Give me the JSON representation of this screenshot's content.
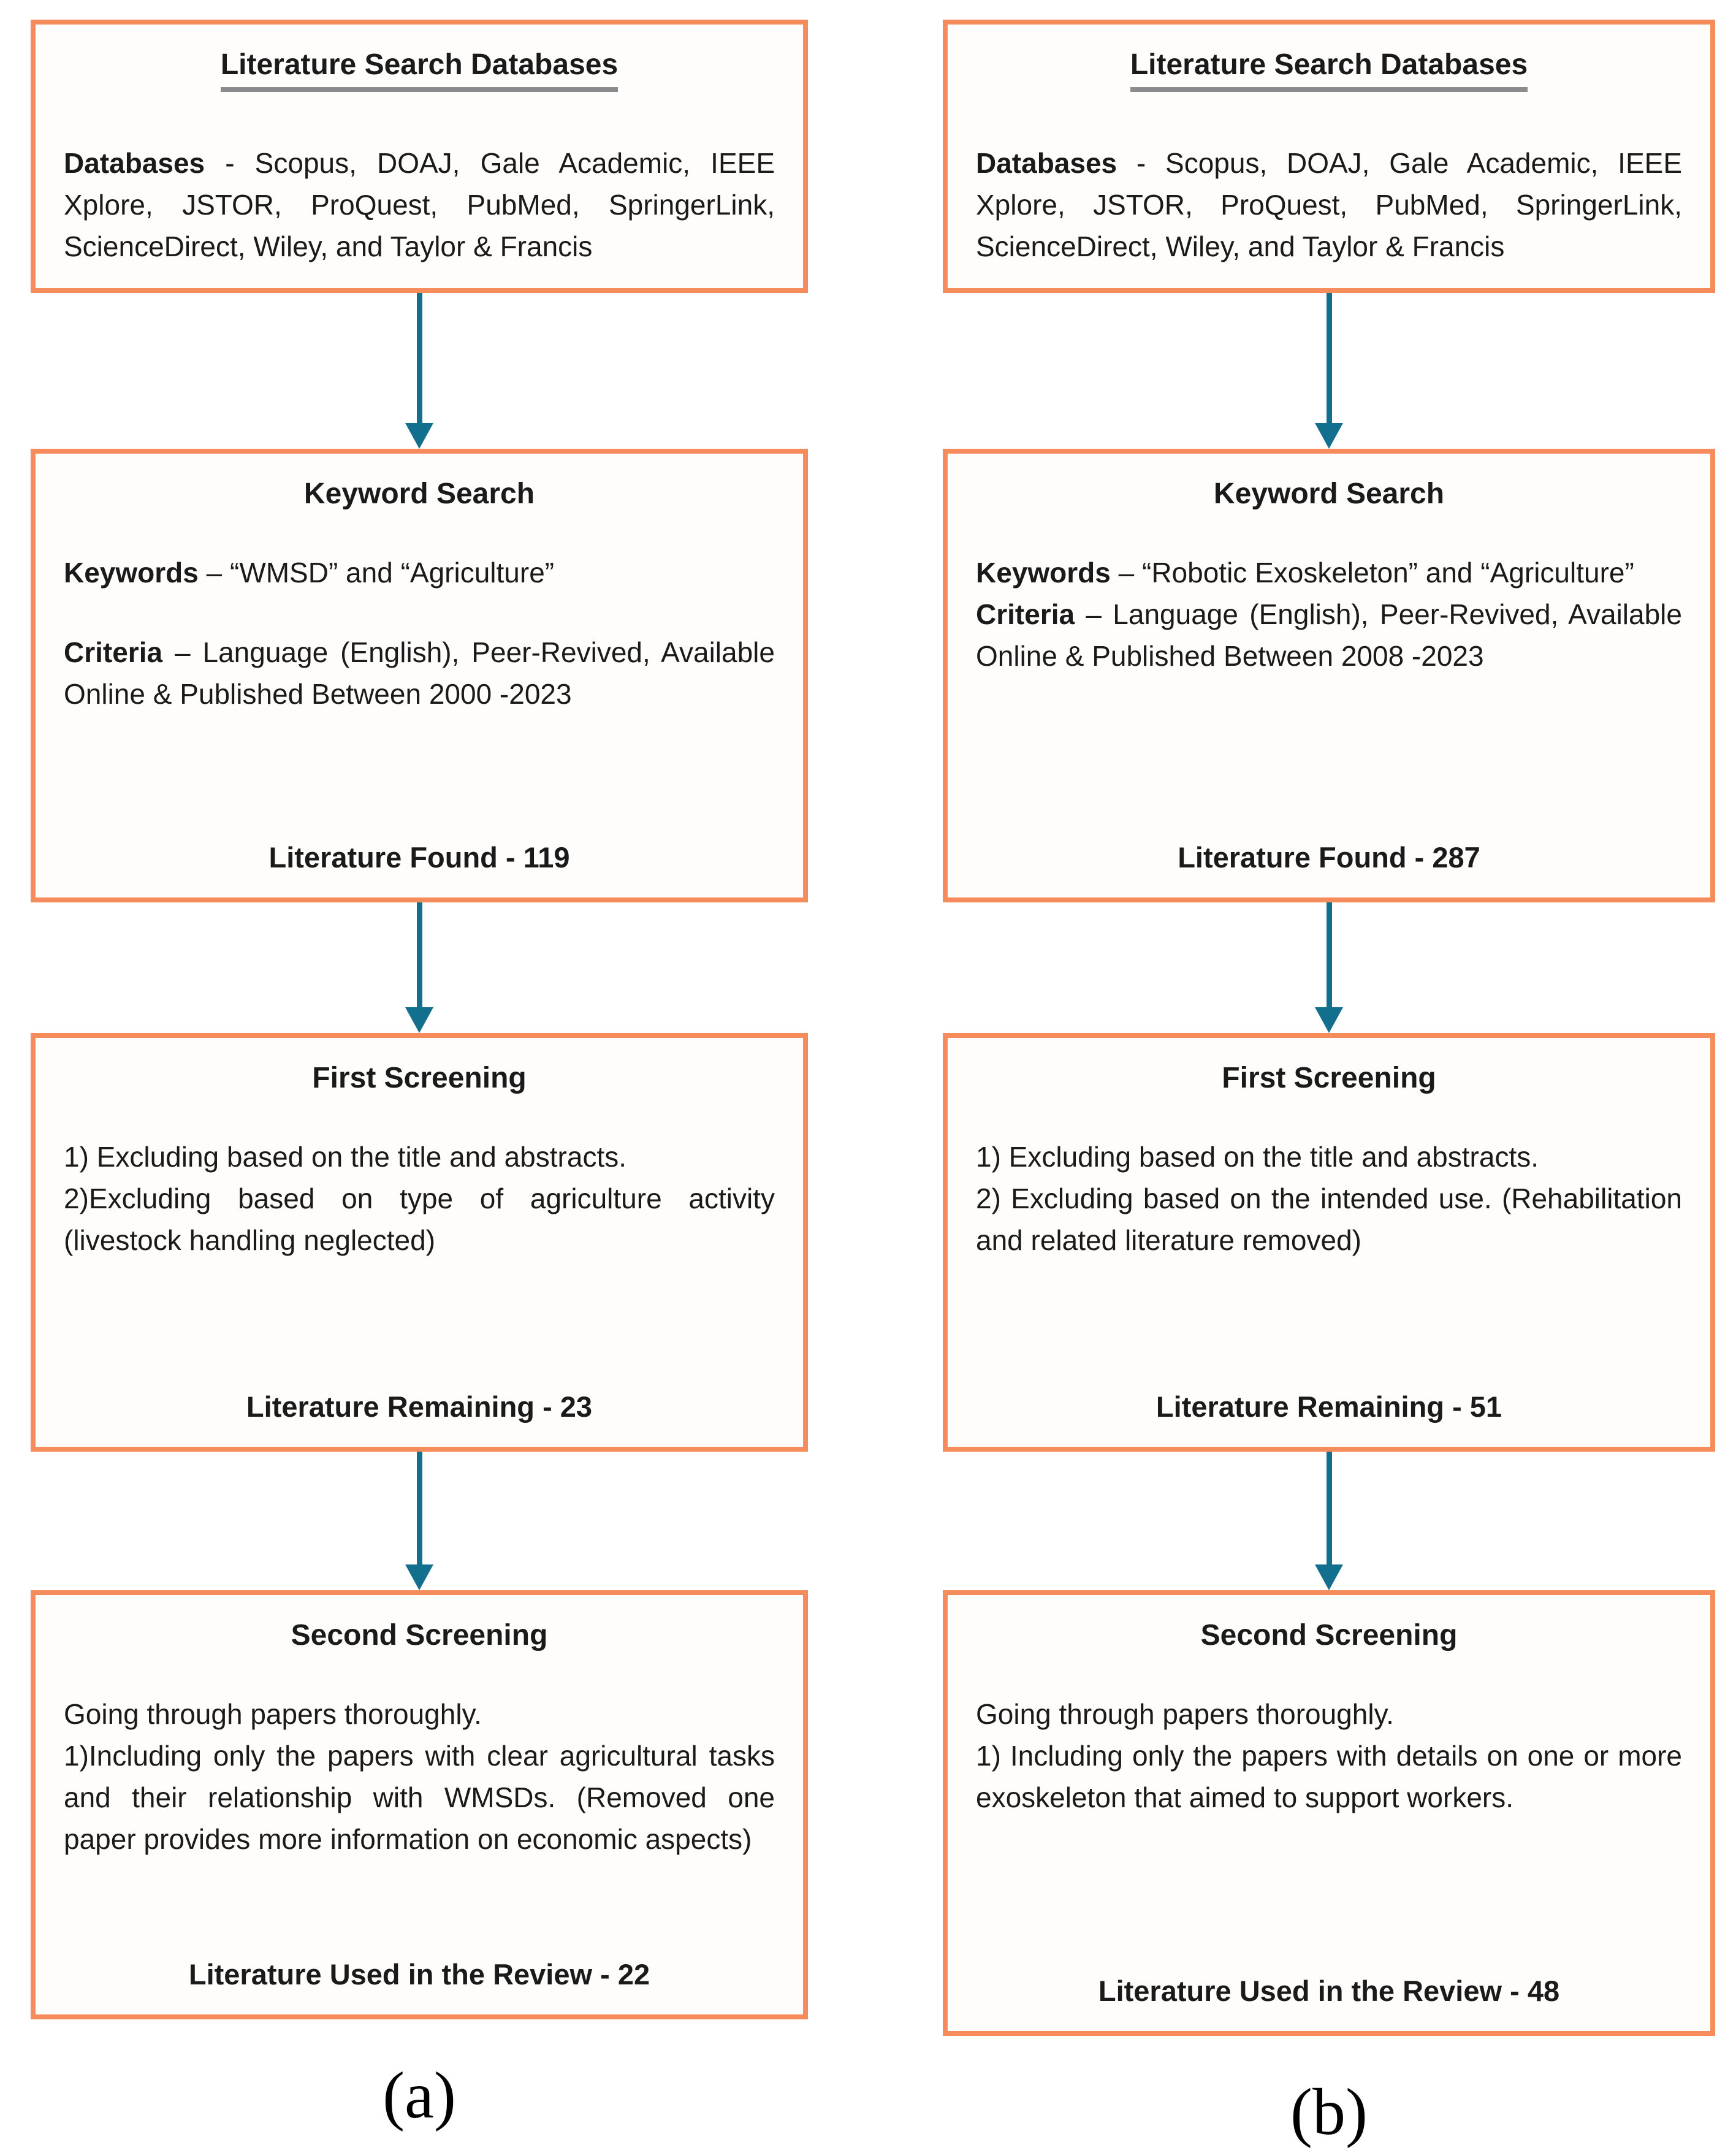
{
  "colors": {
    "box_border": "#f68c5c",
    "arrow": "#136f8e",
    "title_underline": "#8c8c8c",
    "text": "#1a1a1a"
  },
  "col_a": {
    "label": "(a)",
    "box1": {
      "title": "Literature Search Databases",
      "body_bold": "Databases",
      "body_rest": " - Scopus, DOAJ, Gale Academic, IEEE Xplore, JSTOR, ProQuest, PubMed, SpringerLink, ScienceDirect, Wiley, and Taylor & Francis"
    },
    "box2": {
      "title": "Keyword Search",
      "keywords_label": "Keywords",
      "keywords_text": " – “WMSD” and “Agriculture”",
      "criteria_label": "Criteria",
      "criteria_text": " – Language (English), Peer-Revived, Available Online & Published Between 2000 -2023",
      "footer": "Literature Found - 119"
    },
    "box3": {
      "title": "First Screening",
      "line1": "1) Excluding based on the title and abstracts.",
      "line2": "2)Excluding based on type of agriculture activity (livestock handling neglected)",
      "footer": "Literature Remaining - 23"
    },
    "box4": {
      "title": "Second Screening",
      "line1": "Going through papers thoroughly.",
      "line2": "1)Including only the papers with clear agricultural tasks and their relationship with WMSDs. (Removed one paper provides more information on economic aspects)",
      "footer": "Literature Used in the Review - 22"
    }
  },
  "col_b": {
    "label": "(b)",
    "box1": {
      "title": "Literature Search Databases",
      "body_bold": "Databases",
      "body_rest": " - Scopus, DOAJ, Gale Academic, IEEE Xplore, JSTOR, ProQuest, PubMed, SpringerLink, ScienceDirect, Wiley, and Taylor & Francis"
    },
    "box2": {
      "title": "Keyword Search",
      "keywords_label": "Keywords",
      "keywords_text": " – “Robotic Exoskeleton” and “Agriculture”",
      "criteria_label": "Criteria",
      "criteria_text": " – Language (English), Peer-Revived, Available Online & Published Between 2008 -2023",
      "footer": "Literature Found - 287"
    },
    "box3": {
      "title": "First Screening",
      "line1": "1) Excluding based on the title and abstracts.",
      "line2": "2) Excluding based on the intended use. (Rehabilitation and related literature removed)",
      "footer": "Literature Remaining - 51"
    },
    "box4": {
      "title": "Second Screening",
      "line1": "Going through papers thoroughly.",
      "line2": "1) Including only the papers with details on one or more exoskeleton that aimed to support workers.",
      "footer": "Literature Used in the Review - 48"
    }
  }
}
